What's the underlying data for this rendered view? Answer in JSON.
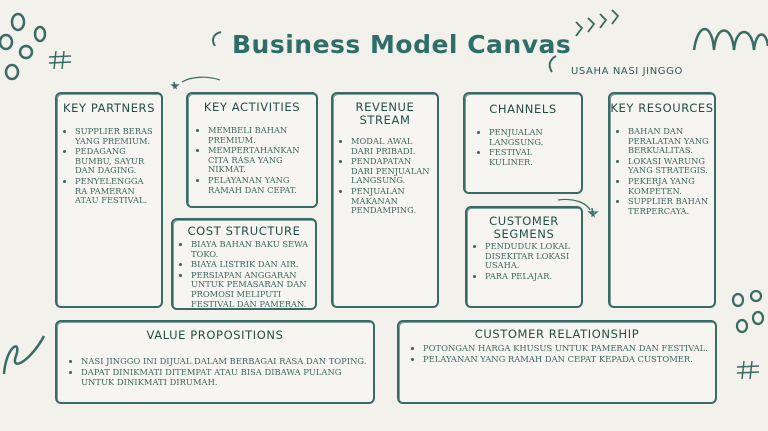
{
  "title": "Business Model Canvas",
  "subtitle": "USAHA NASI JINGGO",
  "colors": {
    "ink": "#2f5a55",
    "heading": "#2f6e68",
    "background": "#f2f1ec"
  },
  "sections": {
    "key_partners": {
      "heading": "KEY PARTNERS",
      "items": [
        "SUPPLIER BERAS YANG PREMIUM.",
        "PEDAGANG BUMBU, SAYUR DAN DAGING.",
        "PENYELENGGA RA PAMERAN ATAU FESTIVAL."
      ]
    },
    "key_activities": {
      "heading": "KEY ACTIVITIES",
      "items": [
        "MEMBELI BAHAN PREMIUM.",
        "MEMPERTAHANKAN CITA RASA YANG NIKMAT.",
        "PELAYANAN YANG RAMAH DAN CEPAT."
      ]
    },
    "revenue_stream": {
      "heading": "REVENUE STREAM",
      "items": [
        "MODAL AWAL DARI PRIBADI.",
        "PENDAPATAN DARI PENJUALAN LANGSUNG.",
        "PENJUALAN MAKANAN PENDAMPING."
      ]
    },
    "channels": {
      "heading": "CHANNELS",
      "items": [
        "PENJUALAN LANGSUNG.",
        "FESTIVAL KULINER."
      ]
    },
    "key_resources": {
      "heading": "KEY RESOURCES",
      "items": [
        "BAHAN DAN PERALATAN YANG BERKUALITAS.",
        "LOKASI WARUNG YANG STRATEGIS.",
        "PEKERJA YANG KOMPETEN.",
        "SUPPLIER BAHAN TERPERCAYA."
      ]
    },
    "cost_structure": {
      "heading": "COST STRUCTURE",
      "items": [
        "BIAYA BAHAN BAKU SEWA TOKO.",
        "BIAYA LISTRIK DAN AIR.",
        "PERSIAPAN ANGGARAN UNTUK PEMASARAN DAN PROMOSI MELIPUTI FESTIVAL DAN PAMERAN."
      ]
    },
    "customer_segments": {
      "heading": "CUSTOMER SEGMENS",
      "items": [
        "PENDUDUK LOKAL DISEKITAR LOKASI USAHA.",
        "PARA PELAJAR."
      ]
    },
    "value_propositions": {
      "heading": "VALUE PROPOSITIONS",
      "items": [
        "NASI JINGGO INI DIJUAL DALAM BERBAGAI RASA DAN TOPING.",
        "DAPAT DINIKMATI DITEMPAT ATAU BISA DIBAWA PULANG UNTUK DINIKMATI DIRUMAH."
      ]
    },
    "customer_relationship": {
      "heading": "CUSTOMER RELATIONSHIP",
      "items": [
        "POTONGAN HARGA KHUSUS UNTUK PAMERAN DAN FESTIVAL.",
        "PELAYANAN YANG RAMAH DAN CEPAT KEPADA CUSTOMER."
      ]
    }
  }
}
